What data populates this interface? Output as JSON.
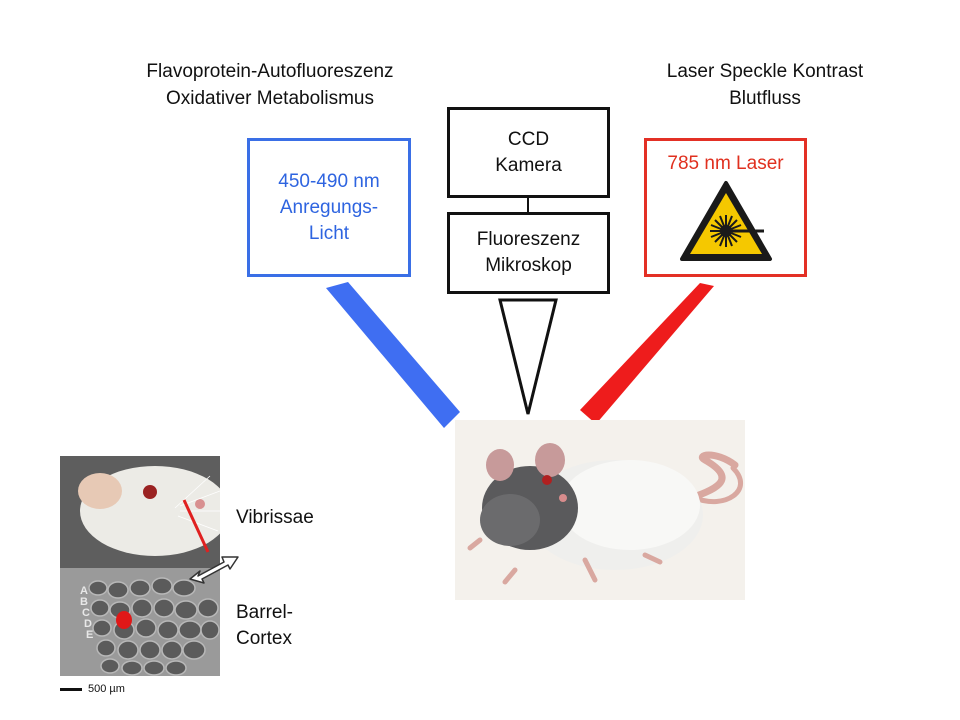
{
  "left_header": {
    "line1": "Flavoprotein-Autofluoreszenz",
    "line2": "Oxidativer Metabolismus"
  },
  "right_header": {
    "line1": "Laser Speckle Kontrast",
    "line2": "Blutfluss"
  },
  "blue_box": {
    "line1": "450-490 nm",
    "line2": "Anregungs-",
    "line3": "Licht"
  },
  "camera_box": {
    "line1": "CCD",
    "line2": "Kamera"
  },
  "microscope_box": {
    "line1": "Fluoreszenz",
    "line2": "Mikroskop"
  },
  "laser_box": {
    "label": "785 nm Laser"
  },
  "labels": {
    "vibrissae": "Vibrissae",
    "barrel_line1": "Barrel-",
    "barrel_line2": "Cortex"
  },
  "barrel_rows": [
    "A",
    "B",
    "C",
    "D",
    "E"
  ],
  "scale_bar": {
    "value": "500",
    "unit": "µm"
  },
  "colors": {
    "blue_beam": "#3f6ef2",
    "red_beam": "#ee1c1c",
    "laser_warning": "#f5c800"
  },
  "icons": {
    "laser": "laser-warning-icon",
    "arrow": "double-arrow-icon"
  }
}
